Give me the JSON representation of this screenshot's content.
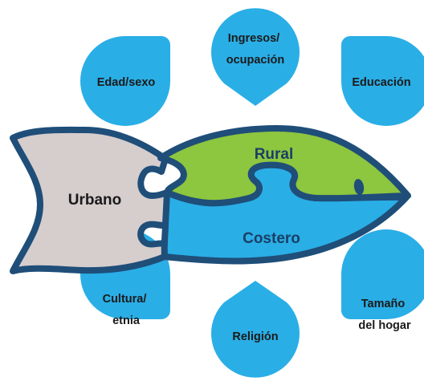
{
  "drops": {
    "edad_sexo": {
      "lines": [
        "Edad/sexo"
      ]
    },
    "ingresos": {
      "lines": [
        "Ingresos/",
        "ocupación"
      ]
    },
    "educacion": {
      "lines": [
        "Educación"
      ]
    },
    "cultura": {
      "lines": [
        "Cultura/",
        "etnia"
      ]
    },
    "religion": {
      "lines": [
        "Religión"
      ]
    },
    "tamano": {
      "lines": [
        "Tamaño",
        "del hogar"
      ]
    }
  },
  "fish": {
    "urbano": "Urbano",
    "rural": "Rural",
    "costero": "Costero"
  },
  "colors": {
    "drop_blue": "#2aaee6",
    "rural_green": "#8dc63f",
    "costero_blue": "#2aaee6",
    "urbano_gray": "#d6cdcd",
    "outline_navy": "#1f4e79"
  }
}
